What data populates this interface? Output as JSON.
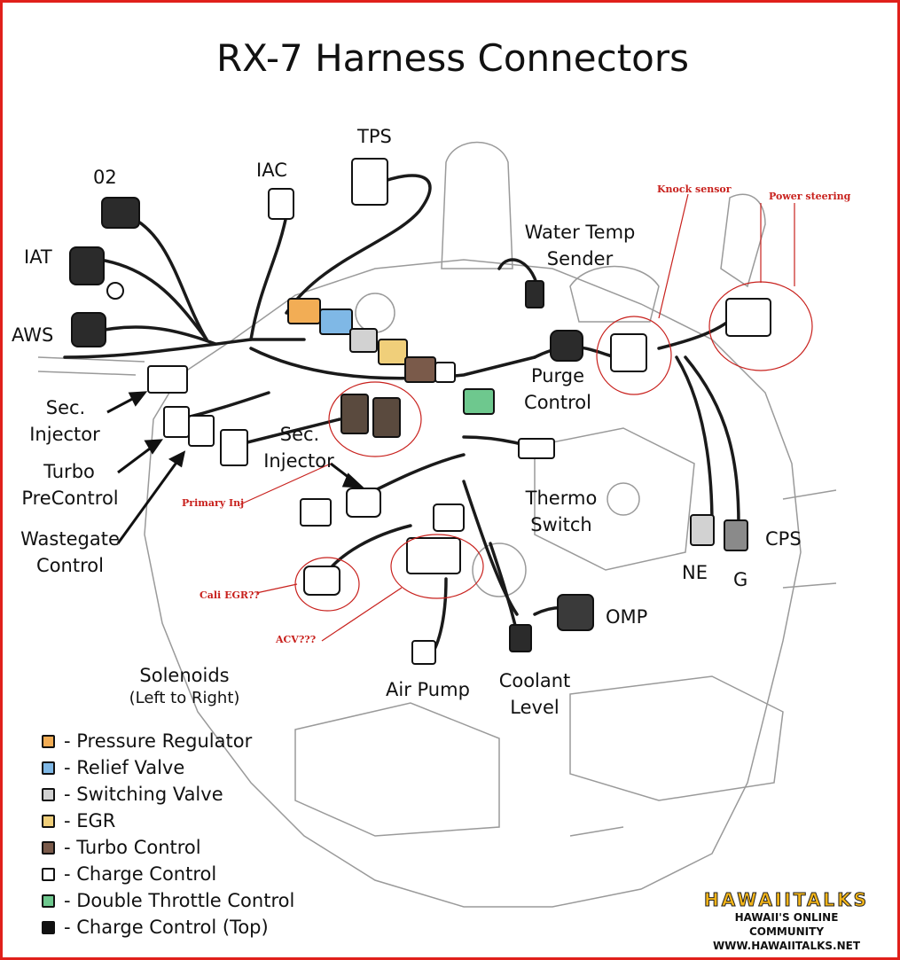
{
  "title": "RX-7 Harness Connectors",
  "labels": {
    "o2": "02",
    "iat": "IAT",
    "aws": "AWS",
    "iac": "IAC",
    "tps": "TPS",
    "water_temp_1": "Water Temp",
    "water_temp_2": "Sender",
    "sec_injector_left_1": "Sec.",
    "sec_injector_left_2": "Injector",
    "turbo_precontrol_1": "Turbo",
    "turbo_precontrol_2": "PreControl",
    "wastegate_1": "Wastegate",
    "wastegate_2": "Control",
    "sec_injector_center_1": "Sec.",
    "sec_injector_center_2": "Injector",
    "purge_1": "Purge",
    "purge_2": "Control",
    "thermo_1": "Thermo",
    "thermo_2": "Switch",
    "cps": "CPS",
    "ne": "NE",
    "g": "G",
    "omp": "OMP",
    "air_pump": "Air Pump",
    "coolant_1": "Coolant",
    "coolant_2": "Level",
    "solenoids_1": "Solenoids",
    "solenoids_2": "(Left to Right)"
  },
  "annotations": {
    "knock_sensor": "Knock sensor",
    "power_steering": "Power steering",
    "primary_inj": "Primary Inj",
    "cali_egr": "Cali EGR??",
    "acv": "ACV???"
  },
  "colors": {
    "annotation_red": "#c8211d",
    "border_red": "#e0201b"
  },
  "legend": [
    {
      "label": "- Pressure Regulator",
      "color": "#f2ad55"
    },
    {
      "label": "- Relief Valve",
      "color": "#7fb8e6"
    },
    {
      "label": "- Switching Valve",
      "color": "#d2d2d2"
    },
    {
      "label": "- EGR",
      "color": "#f0cf7a"
    },
    {
      "label": "- Turbo Control",
      "color": "#7a5a4a"
    },
    {
      "label": "- Charge Control",
      "color": "#ffffff"
    },
    {
      "label": "- Double Throttle Control",
      "color": "#6ec88e"
    },
    {
      "label": "- Charge Control (Top)",
      "color": "#111111"
    }
  ],
  "brand": {
    "logo": "HAWAIITALKS",
    "tagline": "HAWAII'S ONLINE COMMUNITY",
    "url": "WWW.HAWAIITALKS.NET"
  }
}
